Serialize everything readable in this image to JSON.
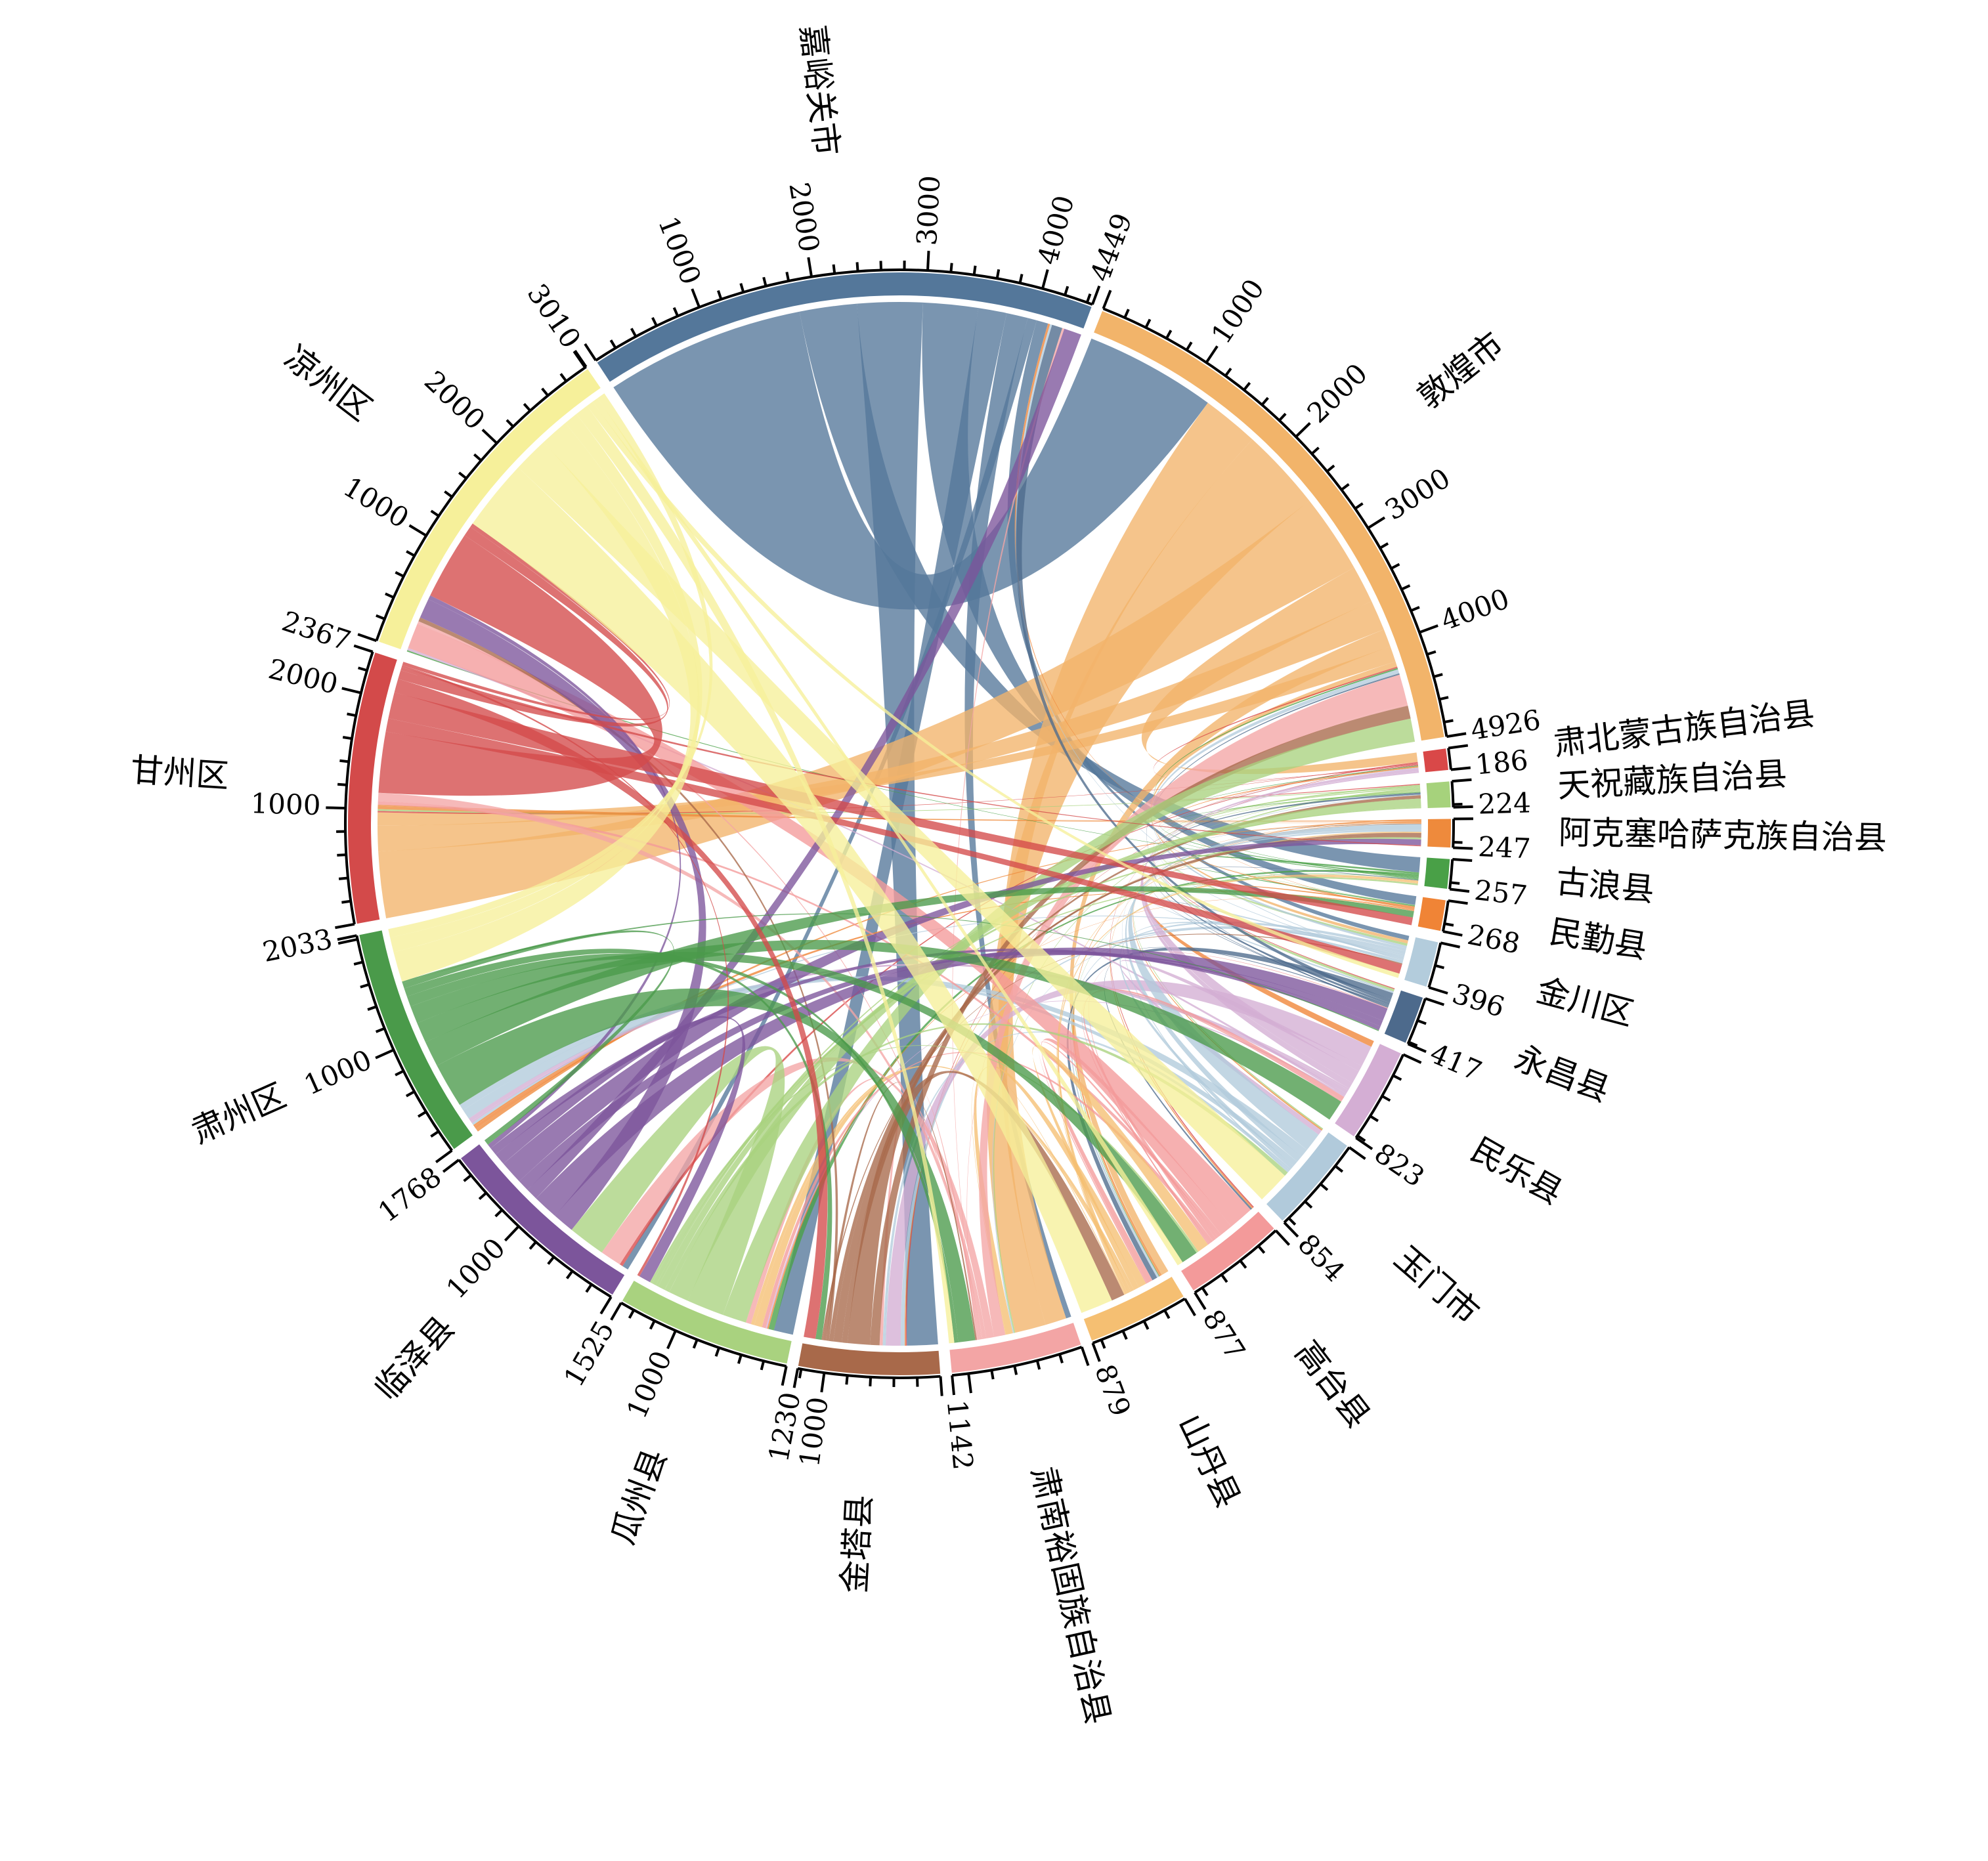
{
  "chart_data": {
    "type": "chord",
    "title": "",
    "segments": [
      {
        "name": "嘉峪关市",
        "total": 4449,
        "color": "#54779a",
        "ticks": [
          1000,
          2000,
          3000,
          4000
        ]
      },
      {
        "name": "敦煌市",
        "total": 4926,
        "color": "#f2b46a",
        "ticks": [
          1000,
          2000,
          3000,
          4000
        ]
      },
      {
        "name": "肃北蒙古族自治县",
        "total": 186,
        "color": "#d94848",
        "ticks": []
      },
      {
        "name": "天祝藏族自治县",
        "total": 224,
        "color": "#a6d27c",
        "ticks": []
      },
      {
        "name": "阿克塞哈萨克族自治县",
        "total": 247,
        "color": "#ee8a3c",
        "ticks": []
      },
      {
        "name": "古浪县",
        "total": 257,
        "color": "#49a047",
        "ticks": []
      },
      {
        "name": "民勤县",
        "total": 268,
        "color": "#f08436",
        "ticks": []
      },
      {
        "name": "金川区",
        "total": 396,
        "color": "#b3ccdc",
        "ticks": []
      },
      {
        "name": "永昌县",
        "total": 417,
        "color": "#4d6a8c",
        "ticks": []
      },
      {
        "name": "民乐县",
        "total": 823,
        "color": "#d4aed4",
        "ticks": []
      },
      {
        "name": "玉门市",
        "total": 854,
        "color": "#b1cadb",
        "ticks": []
      },
      {
        "name": "高台县",
        "total": 877,
        "color": "#f39a9a",
        "ticks": []
      },
      {
        "name": "山丹县",
        "total": 879,
        "color": "#f5bf72",
        "ticks": []
      },
      {
        "name": "肃南裕固族自治县",
        "total": 1142,
        "color": "#f3a5a5",
        "ticks": []
      },
      {
        "name": "金塔县",
        "total": 1230,
        "color": "#a8694a",
        "ticks": [
          1000
        ]
      },
      {
        "name": "瓜州县",
        "total": 1525,
        "color": "#a9d27f",
        "ticks": [
          1000
        ]
      },
      {
        "name": "临泽县",
        "total": 1768,
        "color": "#7c559b",
        "ticks": [
          1000
        ]
      },
      {
        "name": "肃州区",
        "total": 2033,
        "color": "#4a9a4a",
        "ticks": [
          1000
        ]
      },
      {
        "name": "甘州区",
        "total": 2367,
        "color": "#d34a4a",
        "ticks": [
          1000,
          2000
        ]
      },
      {
        "name": "凉州区",
        "total": 3010,
        "color": "#f6f09a",
        "ticks": [
          1000,
          2000
        ]
      }
    ]
  }
}
